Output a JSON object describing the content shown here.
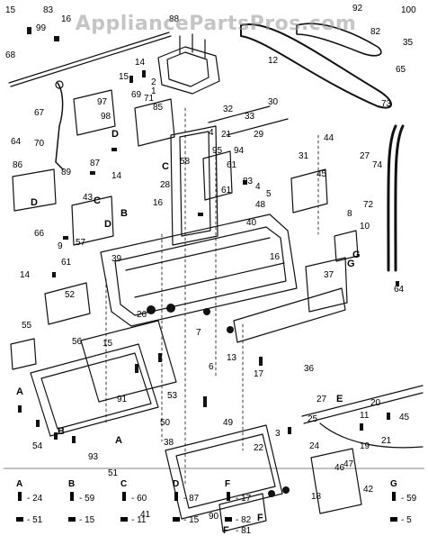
{
  "watermark": "AppliancePartsPros.com",
  "callouts": [
    {
      "id": "c15a",
      "text": "15"
    },
    {
      "id": "c99",
      "text": "99"
    },
    {
      "id": "c83a",
      "text": "83"
    },
    {
      "id": "c16a",
      "text": "16"
    },
    {
      "id": "c88",
      "text": "88"
    },
    {
      "id": "c92",
      "text": "92"
    },
    {
      "id": "c100",
      "text": "100"
    },
    {
      "id": "c82",
      "text": "82"
    },
    {
      "id": "c35",
      "text": "35"
    },
    {
      "id": "c65",
      "text": "65"
    },
    {
      "id": "c68",
      "text": "68"
    },
    {
      "id": "c12",
      "text": "12"
    },
    {
      "id": "c14a",
      "text": "14"
    },
    {
      "id": "c97",
      "text": "97"
    },
    {
      "id": "c15b",
      "text": "15"
    },
    {
      "id": "c69",
      "text": "69"
    },
    {
      "id": "c71",
      "text": "71"
    },
    {
      "id": "c2",
      "text": "2"
    },
    {
      "id": "c1",
      "text": "1"
    },
    {
      "id": "c98",
      "text": "98"
    },
    {
      "id": "c85",
      "text": "85"
    },
    {
      "id": "c33",
      "text": "33"
    },
    {
      "id": "c30",
      "text": "30"
    },
    {
      "id": "c73",
      "text": "73"
    },
    {
      "id": "c67",
      "text": "67"
    },
    {
      "id": "c64a",
      "text": "64"
    },
    {
      "id": "c70",
      "text": "70"
    },
    {
      "id": "c4a",
      "text": "4"
    },
    {
      "id": "c21a",
      "text": "21"
    },
    {
      "id": "c29",
      "text": "29"
    },
    {
      "id": "c44",
      "text": "44"
    },
    {
      "id": "c31",
      "text": "31"
    },
    {
      "id": "c95",
      "text": "95"
    },
    {
      "id": "c94",
      "text": "94"
    },
    {
      "id": "c58",
      "text": "58"
    },
    {
      "id": "c61a",
      "text": "61"
    },
    {
      "id": "c27a",
      "text": "27"
    },
    {
      "id": "c74",
      "text": "74"
    },
    {
      "id": "c86",
      "text": "86"
    },
    {
      "id": "c89",
      "text": "89"
    },
    {
      "id": "c87",
      "text": "87"
    },
    {
      "id": "c14b",
      "text": "14"
    },
    {
      "id": "c45a",
      "text": "45"
    },
    {
      "id": "c83b",
      "text": "83"
    },
    {
      "id": "c4b",
      "text": "4"
    },
    {
      "id": "c5a",
      "text": "5"
    },
    {
      "id": "c28",
      "text": "28"
    },
    {
      "id": "c61b",
      "text": "61"
    },
    {
      "id": "c72",
      "text": "72"
    },
    {
      "id": "c43",
      "text": "43"
    },
    {
      "id": "c16b",
      "text": "16"
    },
    {
      "id": "c48",
      "text": "48"
    },
    {
      "id": "c40",
      "text": "40"
    },
    {
      "id": "c10",
      "text": "10"
    },
    {
      "id": "c66",
      "text": "66"
    },
    {
      "id": "c9",
      "text": "9"
    },
    {
      "id": "c57",
      "text": "57"
    },
    {
      "id": "c61c",
      "text": "61"
    },
    {
      "id": "c39",
      "text": "39"
    },
    {
      "id": "c14c",
      "text": "14"
    },
    {
      "id": "c16c",
      "text": "16"
    },
    {
      "id": "c37",
      "text": "37"
    },
    {
      "id": "c64b",
      "text": "64"
    },
    {
      "id": "c52",
      "text": "52"
    },
    {
      "id": "c26",
      "text": "26"
    },
    {
      "id": "c55",
      "text": "55"
    },
    {
      "id": "c56",
      "text": "56"
    },
    {
      "id": "c15c",
      "text": "15"
    },
    {
      "id": "c36",
      "text": "36"
    },
    {
      "id": "c91",
      "text": "91"
    },
    {
      "id": "c53a",
      "text": "53"
    },
    {
      "id": "c50",
      "text": "50"
    },
    {
      "id": "c38",
      "text": "38"
    },
    {
      "id": "c27b",
      "text": "27"
    },
    {
      "id": "c20",
      "text": "20"
    },
    {
      "id": "c11",
      "text": "11"
    },
    {
      "id": "c25",
      "text": "25"
    },
    {
      "id": "c45b",
      "text": "45"
    },
    {
      "id": "c24",
      "text": "24"
    },
    {
      "id": "c21b",
      "text": "21"
    },
    {
      "id": "c19",
      "text": "19"
    },
    {
      "id": "c47",
      "text": "47"
    },
    {
      "id": "c46",
      "text": "46"
    },
    {
      "id": "c54",
      "text": "54"
    },
    {
      "id": "c18",
      "text": "18"
    },
    {
      "id": "c42",
      "text": "42"
    },
    {
      "id": "c93",
      "text": "93"
    },
    {
      "id": "c51",
      "text": "51"
    },
    {
      "id": "c49",
      "text": "49"
    },
    {
      "id": "c22",
      "text": "22"
    },
    {
      "id": "c90",
      "text": "90"
    },
    {
      "id": "c8",
      "text": "8"
    },
    {
      "id": "c32",
      "text": "32"
    },
    {
      "id": "c13",
      "text": "13"
    },
    {
      "id": "c6",
      "text": "6"
    },
    {
      "id": "c7",
      "text": "7"
    },
    {
      "id": "c17",
      "text": "17"
    },
    {
      "id": "c3",
      "text": "3"
    },
    {
      "id": "c41",
      "text": "41"
    }
  ],
  "letters": [
    {
      "id": "lD1",
      "text": "D"
    },
    {
      "id": "lD2",
      "text": "D"
    },
    {
      "id": "lC1",
      "text": "C"
    },
    {
      "id": "lC2",
      "text": "C"
    },
    {
      "id": "lB1",
      "text": "B"
    },
    {
      "id": "lG1",
      "text": "G"
    },
    {
      "id": "lG2",
      "text": "G"
    },
    {
      "id": "lD3",
      "text": "D"
    },
    {
      "id": "lA1",
      "text": "A"
    },
    {
      "id": "lA2",
      "text": "A"
    },
    {
      "id": "lB2",
      "text": "B"
    },
    {
      "id": "lF1",
      "text": "F"
    },
    {
      "id": "lF2",
      "text": "F"
    },
    {
      "id": "lE",
      "text": "E"
    }
  ],
  "legend": [
    {
      "letter": "A",
      "top": "24",
      "bottom": "51"
    },
    {
      "letter": "B",
      "top": "59",
      "bottom": "15"
    },
    {
      "letter": "C",
      "top": "60",
      "bottom": "11"
    },
    {
      "letter": "D",
      "top": "87",
      "bottom": "15"
    },
    {
      "letter": "F",
      "top": "17",
      "bottom": "82",
      "extra": "81"
    },
    {
      "letter": "G",
      "top": "59",
      "bottom": "5"
    }
  ]
}
